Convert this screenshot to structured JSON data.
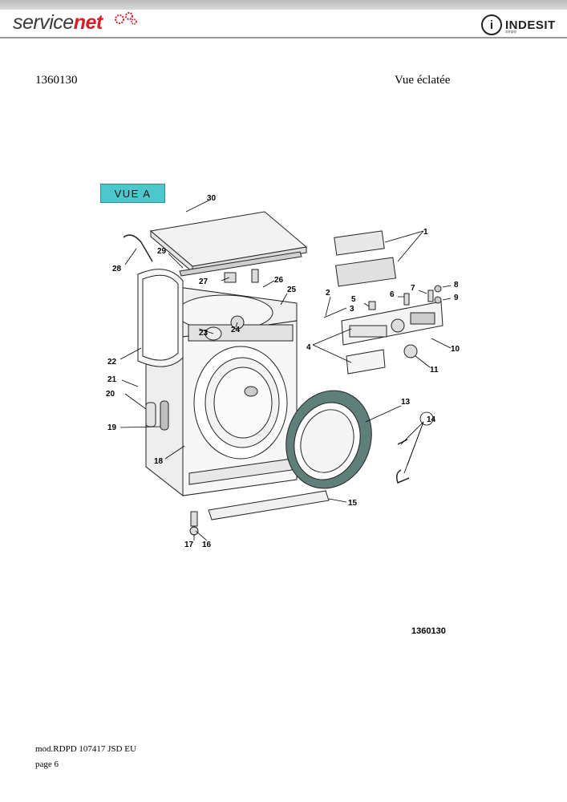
{
  "header": {
    "brand_service": "service",
    "brand_net": "net",
    "brand_indesit": "INDESIT",
    "indesit_mark": "i",
    "indesit_tagline": "simply"
  },
  "doc": {
    "number": "1360130",
    "view_title": "Vue éclatée"
  },
  "diagram": {
    "view_label": "VUE A",
    "callouts": [
      "1",
      "2",
      "3",
      "4",
      "5",
      "6",
      "7",
      "8",
      "9",
      "10",
      "11",
      "13",
      "14",
      "15",
      "16",
      "17",
      "18",
      "19",
      "20",
      "21",
      "22",
      "23",
      "24",
      "25",
      "26",
      "27",
      "28",
      "29",
      "30"
    ],
    "drawing_code": "1360130"
  },
  "footer": {
    "mod": "mod.RDPD 107417 JSD EU",
    "page": "page 6"
  },
  "colors": {
    "accent_box": "#4dc7cc",
    "brand_red": "#d31f26",
    "gasket": "#5f7f7a"
  }
}
